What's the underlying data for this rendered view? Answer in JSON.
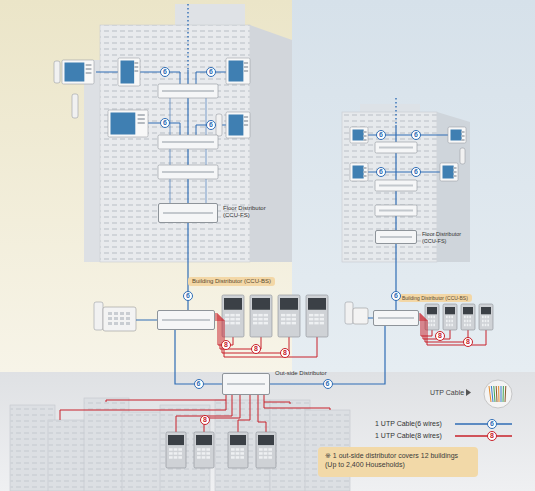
{
  "diagram": {
    "nodes": [
      {
        "text": [
          "Floor Distributor (CCU-FS)"
        ]
      },
      {
        "text": [
          "Floor Distributor (CCU-FS)"
        ]
      },
      {
        "text": [
          "Building Distributor (CCU-BS)"
        ]
      },
      {
        "text": [
          "Building Distributor (CCU-BS)"
        ]
      },
      {
        "text": [
          "Out-side Distributor"
        ]
      },
      {
        "text": [
          "※ 1 out-side distributor covers 12 buildings (Up to 2,400 Households)"
        ]
      }
    ],
    "edges": [
      {
        "from": 0,
        "to": 2,
        "label": "6",
        "arrow": "none"
      },
      {
        "from": 1,
        "to": 3,
        "label": "6",
        "arrow": "none"
      },
      {
        "from": 2,
        "to": 4,
        "label": "6",
        "arrow": "none"
      },
      {
        "from": 3,
        "to": 4,
        "label": "6",
        "arrow": "none"
      }
    ],
    "labels": [
      "6",
      "6",
      "6",
      "6",
      "8",
      "8",
      "8",
      "6",
      "6",
      "6",
      "6",
      "8",
      "8",
      "8",
      "UTP Cable",
      "6",
      "8"
    ],
    "legend": [
      {
        "text": "1 UTP Cable(6 wires)"
      },
      {
        "text": "1 UTP Cable(8 wires)"
      }
    ]
  }
}
